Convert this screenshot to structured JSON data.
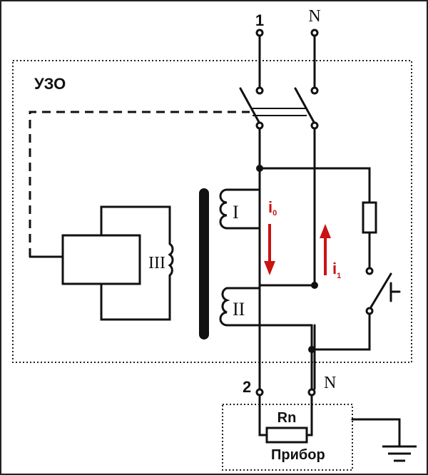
{
  "diagram": {
    "terminals": {
      "top_phase": "1",
      "top_neutral": "N",
      "bottom_phase": "2",
      "bottom_neutral": "N"
    },
    "device_label": "УЗО",
    "windings": {
      "primary_phase": "I",
      "primary_neutral": "II",
      "secondary": "III"
    },
    "currents": {
      "phase_current": "i",
      "phase_current_sub": "0",
      "neutral_current": "i",
      "neutral_current_sub": "1"
    },
    "load": {
      "resistor_label": "Rn",
      "device_label": "Прибор"
    },
    "colors": {
      "wire": "#111111",
      "current_arrow": "#cc1111",
      "background": "#ffffff"
    }
  }
}
